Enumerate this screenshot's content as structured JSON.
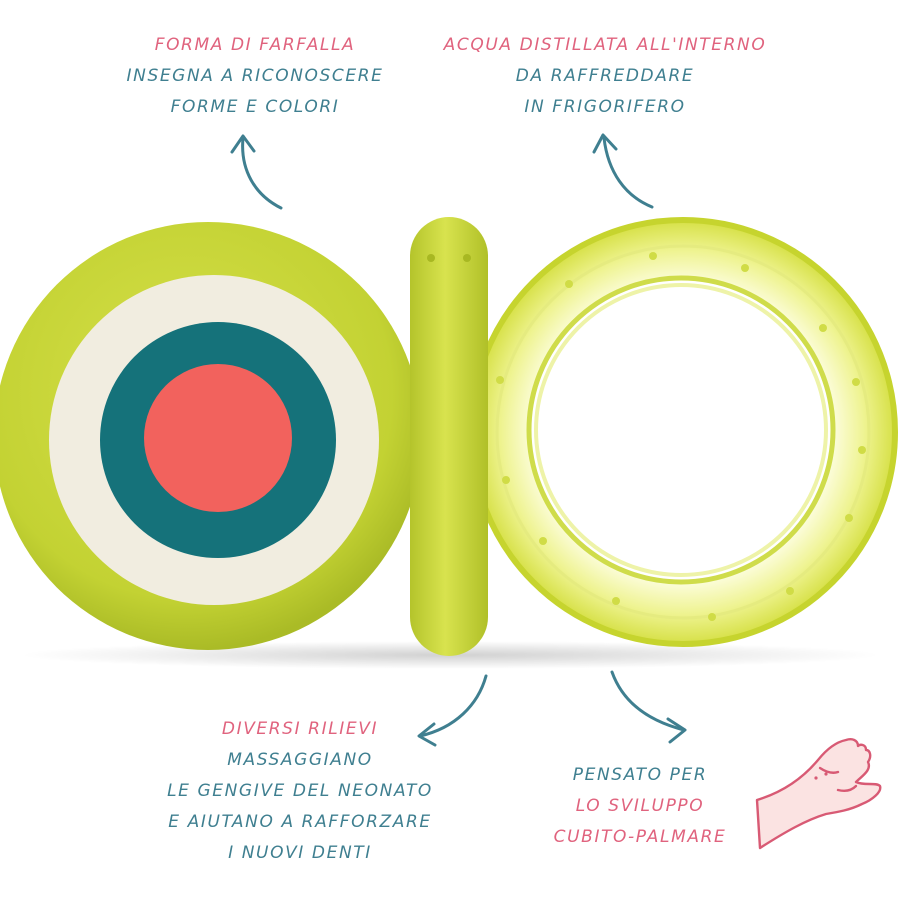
{
  "colors": {
    "pink": "#e0637e",
    "teal": "#3f7f90",
    "lime": "#c8d63a",
    "cream": "#f1ede0",
    "deep_teal": "#15727a",
    "coral": "#f2625d",
    "clear_yellow": "#e8ef7a"
  },
  "annotations": {
    "top_left": {
      "heading": "FORMA DI FARFALLA",
      "line2": "INSEGNA A RICONOSCERE",
      "line3": "FORME E COLORI"
    },
    "top_right": {
      "heading": "ACQUA DISTILLATA ALL'INTERNO",
      "line2": "DA RAFFREDDARE",
      "line3": "IN FRIGORIFERO"
    },
    "bottom_left": {
      "heading": "DIVERSI RILIEVI",
      "line2": "MASSAGGIANO",
      "line3": "LE GENGIVE DEL NEONATO",
      "line4": "E AIUTANO A RAFFORZARE",
      "line5": "I NUOVI DENTI"
    },
    "bottom_right": {
      "line1": "PENSATO PER",
      "line2": "LO SVILUPPO",
      "line3": "CUBITO-PALMARE"
    }
  },
  "icons": [
    "arrow-icon",
    "hand-icon",
    "teether-toy-illustration"
  ]
}
